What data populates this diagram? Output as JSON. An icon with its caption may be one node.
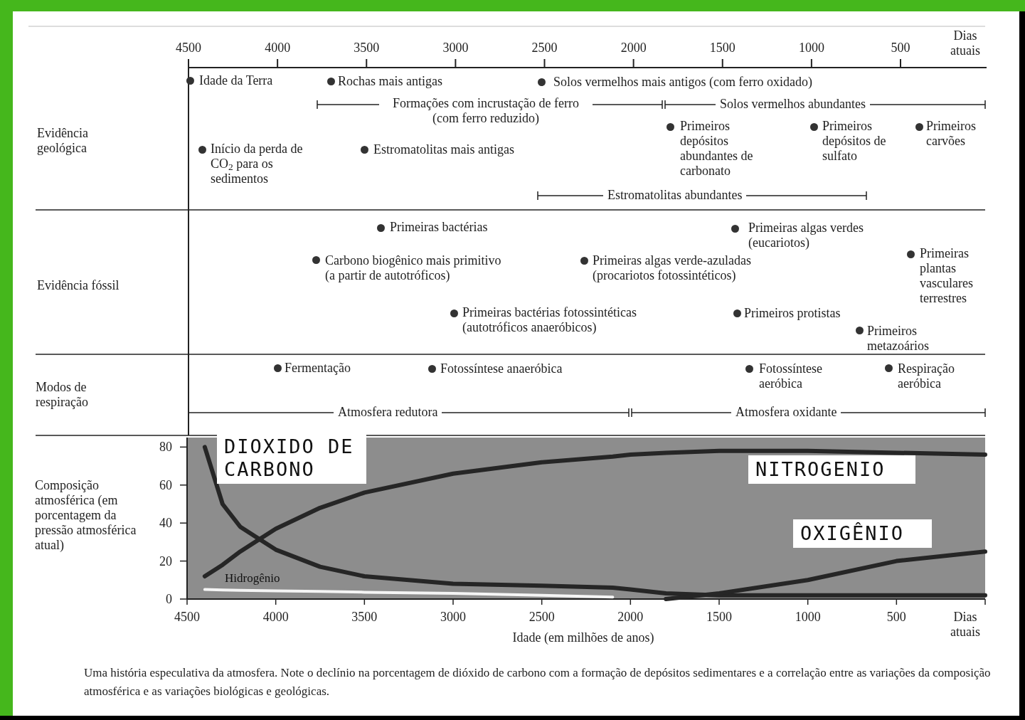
{
  "diagram": {
    "caption": "Uma história especulativa da atmosfera. Note o declínio na porcentagem de dióxido de carbono com a formação de depósitos sedimentares e a correlação entre as variações da composição atmosférica e as variações biológicas e geológicas.",
    "labels": [
      "4500",
      "4000",
      "3500",
      "3000",
      "2500",
      "2000",
      "1500",
      "1000",
      "500",
      "Dias atuais",
      "Evidência geológica",
      "Idade da Terra",
      "Rochas mais antigas",
      "Solos vermelhos mais antigos (com ferro oxidado)",
      "Formações com incrustação de ferro (com ferro reduzido)",
      "Solos vermelhos abundantes",
      "Primeiros depósitos abundantes de carbonato",
      "Primeiros depósitos de sulfato",
      "Primeiros carvões",
      "Início da perda de CO$_{2}$ para os sedimentos",
      "Estromatolitas mais antigas",
      "Estromatolitas abundantes",
      "Evidência fóssil",
      "Primeiras bactérias",
      "Primeiras algas verdes (eucariotos)",
      "Carbono biogênico mais primitivo (a partir de autotróficos)",
      "Primeiras algas verde-azuladas (procariotos fotossintéticos)",
      "Primeiras plantas vasculares terrestres",
      "Primeiras bactérias fotossintéticas (autotróficos anaeróbicos)",
      "Primeiros protistas",
      "Primeiros metazoários",
      "Modos de respiração",
      "Fermentação",
      "Fotossíntese anaeróbica",
      "Fotossíntese aeróbica",
      "Respiração aeróbica",
      "Atmosfera redutora",
      "Atmosfera oxidante"
    ],
    "chart_data": {
      "type": "line",
      "xlabel": "Idade (em milhões de anos)",
      "ylabel": "Composição atmosférica (em porcentagem da pressão atmosférica atual)",
      "x": [
        4400,
        4300,
        4200,
        4000,
        3750,
        3500,
        3000,
        2500,
        2100,
        2000,
        1800,
        1500,
        1000,
        500,
        0
      ],
      "series": [
        {
          "name": "DIOXIDO DE CARBONO",
          "color": "#262626",
          "values": [
            80,
            50,
            38,
            26,
            17,
            12,
            8,
            7,
            6,
            5,
            3,
            2,
            2,
            2,
            2
          ]
        },
        {
          "name": "NITROGENIO",
          "color": "#262626",
          "values": [
            12,
            18,
            25,
            37,
            48,
            56,
            66,
            72,
            75,
            76,
            77,
            78,
            78,
            77,
            76
          ]
        },
        {
          "name": "OXIGÊNIO",
          "color": "#262626",
          "values": [
            null,
            null,
            null,
            null,
            null,
            null,
            null,
            null,
            null,
            null,
            0,
            3,
            10,
            20,
            25
          ]
        },
        {
          "name": "Hidrogênio",
          "color": "#f5f5f5",
          "values": [
            5,
            4.8,
            4.6,
            4.3,
            4,
            3.6,
            3,
            2,
            1,
            null,
            null,
            null,
            null,
            null,
            null
          ]
        }
      ],
      "xlim": [
        4500,
        0
      ],
      "ylim": [
        0,
        85
      ],
      "xticks": [
        4500,
        4000,
        3500,
        3000,
        2500,
        2000,
        1500,
        1000,
        500,
        {
          "value": 0,
          "label": "Dias atuais"
        }
      ],
      "yticks": [
        0,
        20,
        40,
        60,
        80
      ]
    }
  }
}
